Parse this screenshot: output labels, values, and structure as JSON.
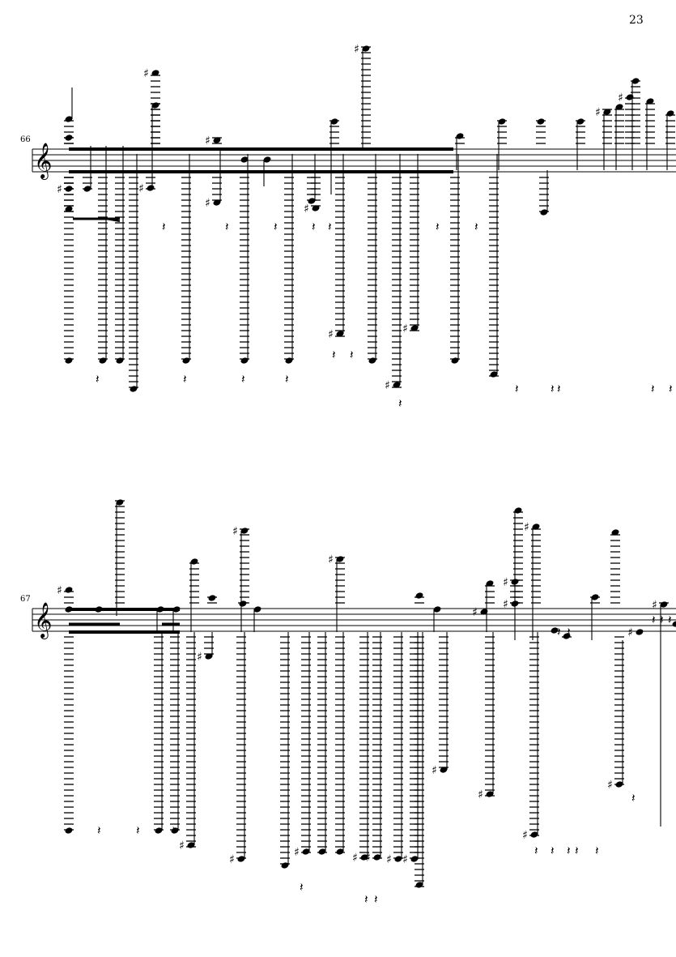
{
  "page": {
    "number": "23"
  },
  "systems": [
    {
      "measure_number": "66",
      "clef": "treble"
    },
    {
      "measure_number": "67",
      "clef": "treble"
    }
  ],
  "colors": {
    "ink": "#000000",
    "paper": "#ffffff"
  }
}
